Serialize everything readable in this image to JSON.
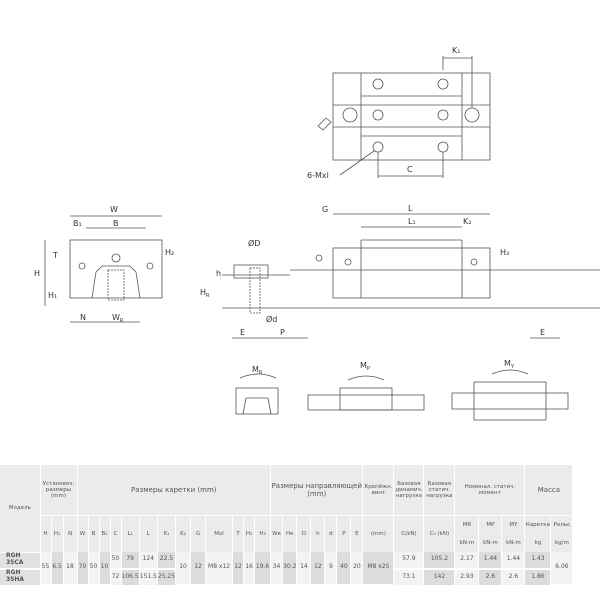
{
  "drawing": {
    "top_view": {
      "labels": {
        "k1": "K₁",
        "c": "C",
        "holes": "6-Mxl"
      }
    },
    "front_view": {
      "labels": {
        "w": "W",
        "b1": "B₁",
        "b": "B",
        "t": "T",
        "h2": "H₂",
        "h": "H",
        "h1": "H₁",
        "n": "N",
        "wr": "W",
        "wr_sub": "R"
      }
    },
    "rail_section": {
      "labels": {
        "od": "ØD",
        "h": "h",
        "hr": "H",
        "hr_sub": "R",
        "d": "Ød",
        "e": "E",
        "p": "P"
      }
    },
    "side_view": {
      "labels": {
        "g": "G",
        "l": "L",
        "l1": "L₁",
        "k2": "K₂",
        "h3": "H₃",
        "e": "E"
      }
    },
    "moments": [
      {
        "label": "M",
        "sub": "R"
      },
      {
        "label": "M",
        "sub": "P"
      },
      {
        "label": "M",
        "sub": "Y"
      }
    ]
  },
  "table": {
    "group_headers": {
      "model": "Модель",
      "install": "Установоч. размеры (mm)",
      "carriage": "Размеры каретки (mm)",
      "rail": "Размеры направляющей (mm)",
      "bolt": "Крепёжн. винт",
      "dyn": "Базовая динамич. нагрузка",
      "stat": "Базовая статич. нагрузка",
      "moment": "Номинал. статич. момент",
      "mass": "Масса"
    },
    "sub_headers": {
      "mr": "MR",
      "mp": "MP",
      "my": "MY",
      "carriage_mass": "Каретка",
      "rail_mass": "Рельс"
    },
    "columns": [
      "H",
      "H₁",
      "N",
      "W",
      "B",
      "B₁",
      "C",
      "L₁",
      "L",
      "K₁",
      "K₂",
      "G",
      "Mxl",
      "T",
      "H₂",
      "H₃",
      "Wʀ",
      "Hʀ",
      "D",
      "h",
      "d",
      "P",
      "E",
      "(mm)",
      "C(kN)",
      "C₀ (kN)",
      "kN-m",
      "kN-m",
      "kN-m",
      "kg",
      "kg/m"
    ],
    "shared": {
      "H": "55",
      "H1": "6.5",
      "N": "18",
      "W": "70",
      "B": "50",
      "B1": "10",
      "K2": "10",
      "G": "12",
      "Mxl": "M8 x12",
      "T": "12",
      "H2": "16",
      "H3": "19.6",
      "WR": "34",
      "HR": "30.2",
      "D": "14",
      "h": "12",
      "d": "9",
      "P": "40",
      "E": "20",
      "bolt": "M8 x25",
      "rail_mass": "6.06"
    },
    "rows": [
      {
        "model": "RGH 35CA",
        "C": "50",
        "L1": "79",
        "L": "124",
        "K1": "22.5",
        "Cdyn": "57.9",
        "C0": "105.2",
        "MR": "2.17",
        "MP": "1.44",
        "MY": "1.44",
        "mass": "1.43"
      },
      {
        "model": "RGH 35HA",
        "C": "72",
        "L1": "106.5",
        "L": "151.5",
        "K1": "25.25",
        "Cdyn": "73.1",
        "C0": "142",
        "MR": "2.93",
        "MP": "2.6",
        "MY": "2.6",
        "mass": "1.86"
      }
    ]
  }
}
